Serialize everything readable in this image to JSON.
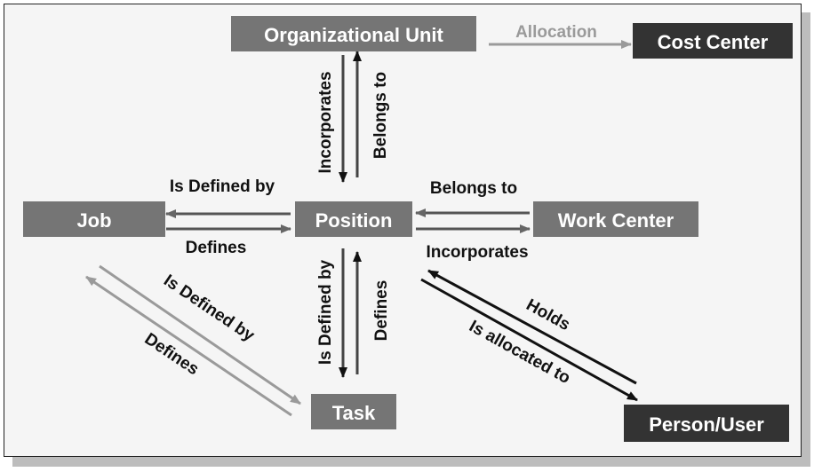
{
  "colors": {
    "background": "#f5f5f5",
    "node_gray": "#757575",
    "node_dark": "#333333",
    "arrow_dark": "#111111",
    "arrow_gray": "#666666",
    "arrow_light": "#9a9a9a",
    "text": "#111111"
  },
  "nodes": {
    "org_unit": "Organizational Unit",
    "cost_center": "Cost Center",
    "job": "Job",
    "position": "Position",
    "work_center": "Work Center",
    "task": "Task",
    "person_user": "Person/User"
  },
  "edges": {
    "allocation": "Allocation",
    "incorporates_org": "Incorporates",
    "belongs_to_org": "Belongs to",
    "is_defined_by_job": "Is Defined by",
    "defines_job": "Defines",
    "belongs_to_wc": "Belongs to",
    "incorporates_wc": "Incorporates",
    "is_defined_by_task": "Is Defined by",
    "defines_task": "Defines",
    "is_defined_by_diag": "Is Defined by",
    "defines_diag": "Defines",
    "holds": "Holds",
    "is_allocated_to": "Is allocated to"
  }
}
